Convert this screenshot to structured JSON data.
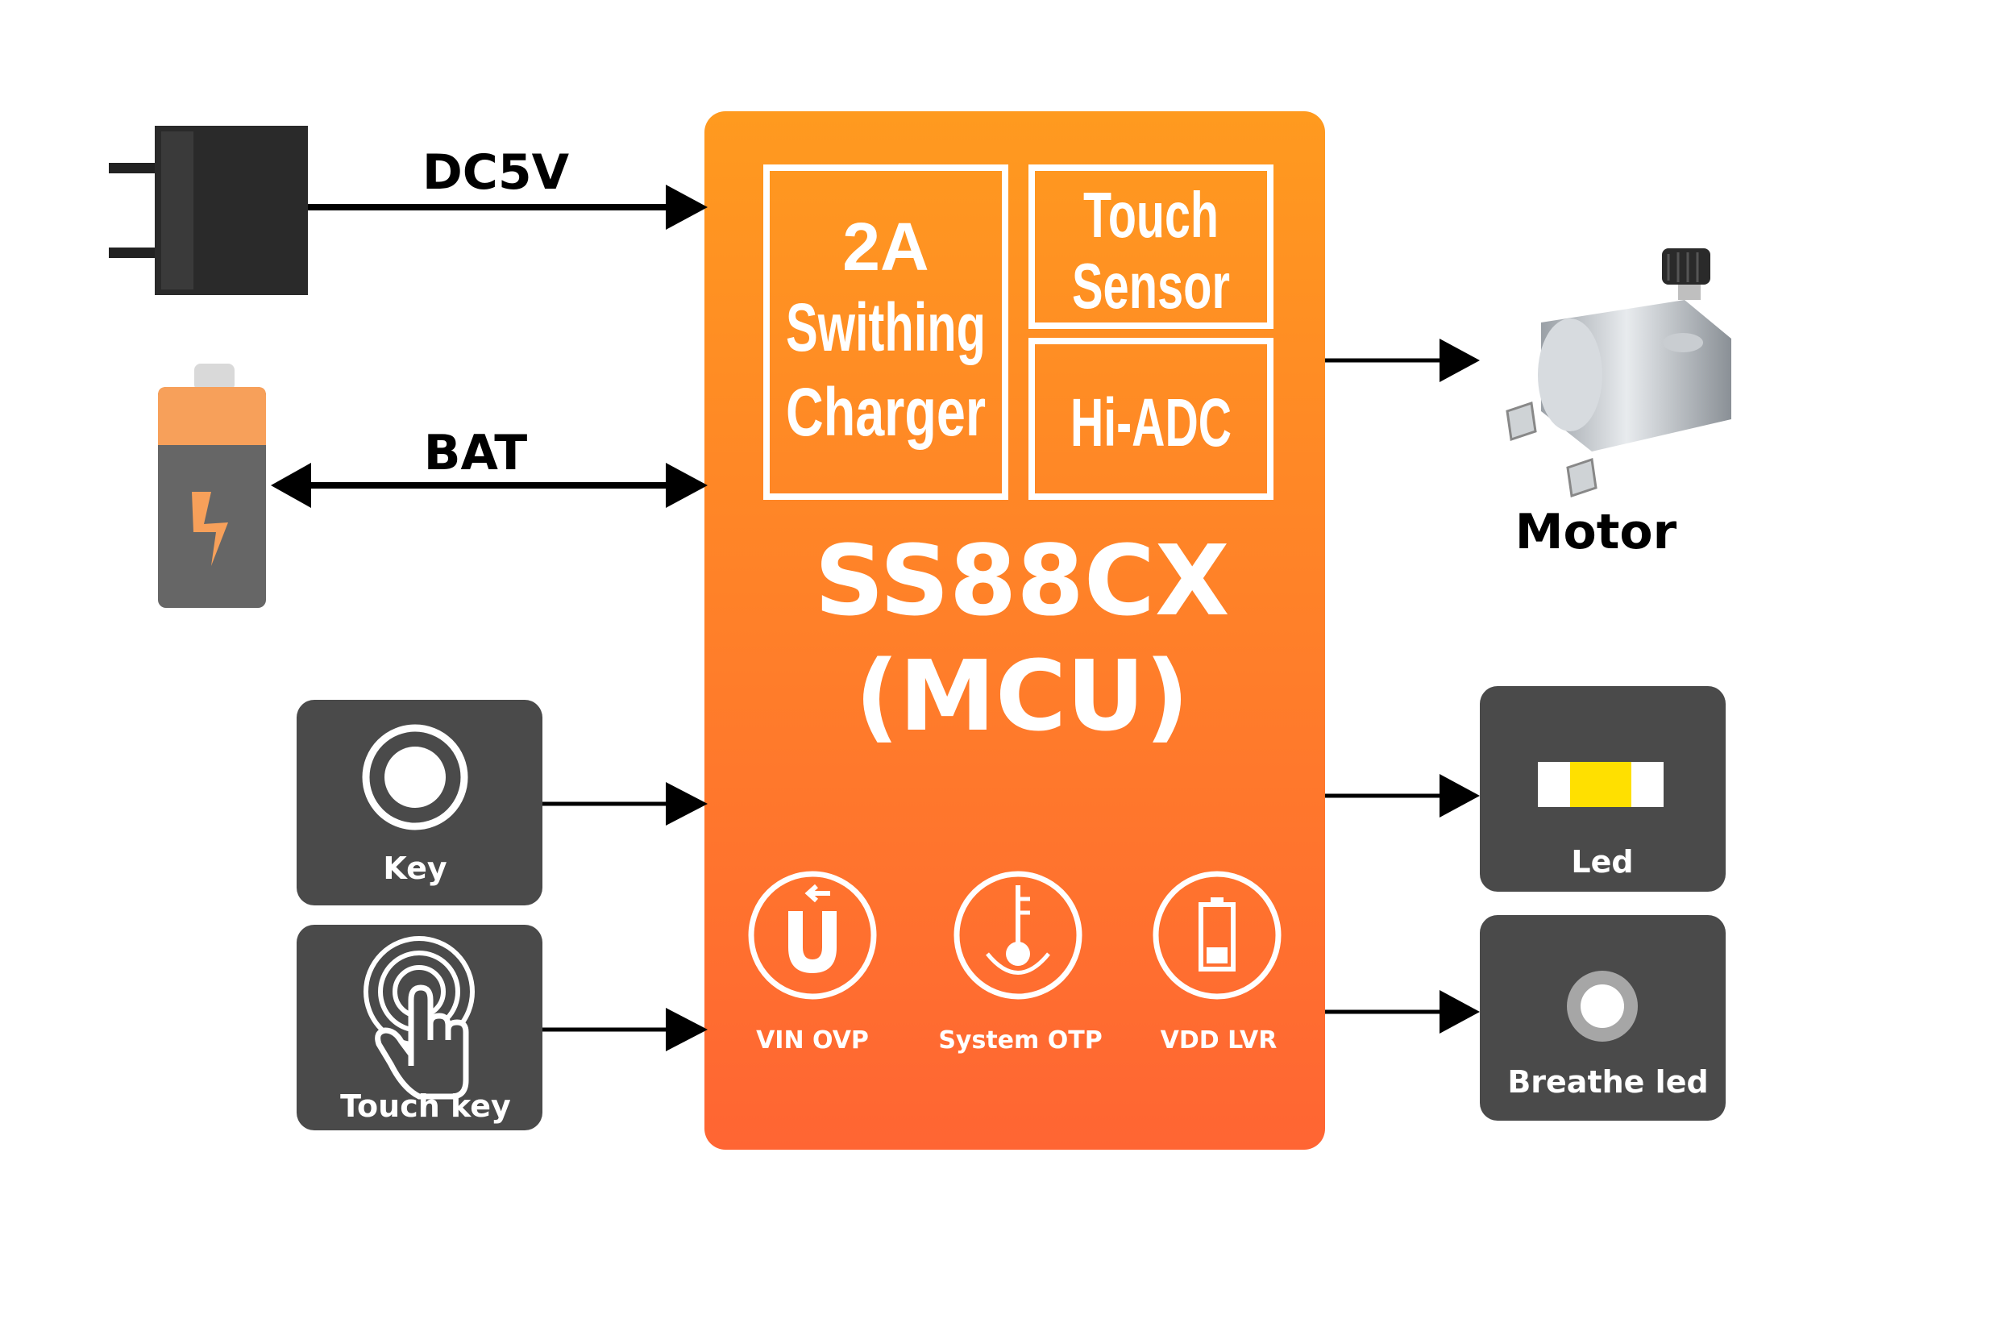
{
  "colors": {
    "mcu_top": "#ff9a1f",
    "mcu_bottom": "#ff6533",
    "tile": "#4a4a4a",
    "arrow": "#000000",
    "white": "#ffffff",
    "led_yellow": "#ffe000",
    "battery_orange": "#f7a05a",
    "battery_gray": "#666666"
  },
  "inputs": {
    "dc": {
      "label": "DC5V",
      "icon": "plug-adapter-icon"
    },
    "bat": {
      "label": "BAT",
      "icon": "battery-icon"
    },
    "key": {
      "label": "Key",
      "icon": "button-icon"
    },
    "touch_key": {
      "label": "Touch key",
      "icon": "touch-finger-icon"
    }
  },
  "mcu": {
    "title_line1": "SS88CX",
    "title_line2": "(MCU)",
    "blocks": {
      "charger": {
        "line1": "2A",
        "line2": "Swithing",
        "line3": "Charger"
      },
      "touch_sensor": {
        "line1": "Touch",
        "line2": "Sensor"
      },
      "hi_adc": {
        "line1": "Hi-ADC"
      }
    },
    "protections": [
      {
        "label": "VIN OVP",
        "icon": "magnet-icon"
      },
      {
        "label": "System OTP",
        "icon": "thermometer-icon"
      },
      {
        "label": "VDD LVR",
        "icon": "battery-low-icon"
      }
    ]
  },
  "outputs": {
    "motor": {
      "label": "Motor",
      "icon": "motor-icon"
    },
    "led": {
      "label": "Led",
      "icon": "led-chip-icon"
    },
    "breathe_led": {
      "label": "Breathe led",
      "icon": "breathe-led-icon"
    }
  }
}
